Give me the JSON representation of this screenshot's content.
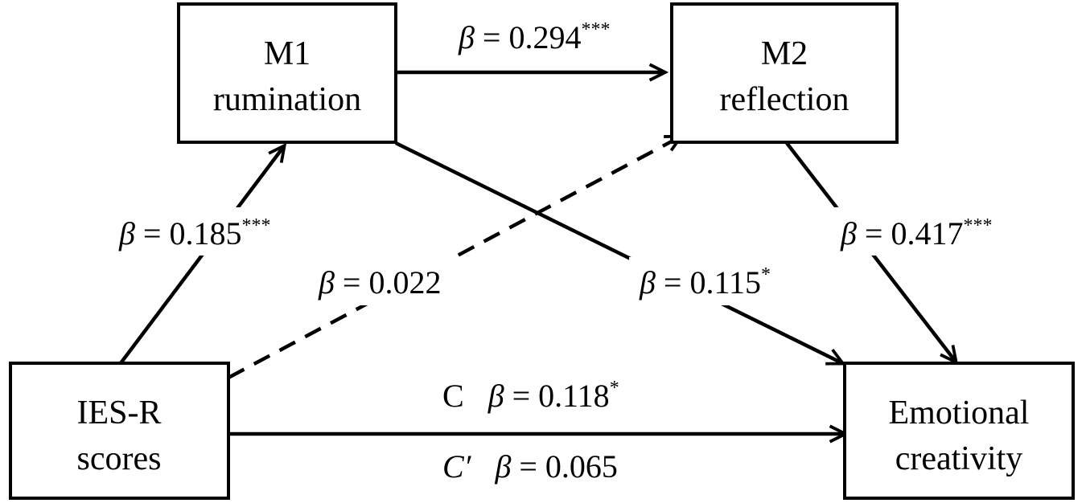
{
  "nodes": {
    "m1": {
      "line1": "M1",
      "line2": "rumination"
    },
    "m2": {
      "line1": "M2",
      "line2": "reflection"
    },
    "ies": {
      "line1": "IES-R",
      "line2": "scores"
    },
    "ec": {
      "line1": "Emotional",
      "line2": "creativity"
    }
  },
  "edges": {
    "m1_m2": {
      "symbol": "β",
      "text": " = 0.294",
      "sig": "***"
    },
    "ies_m1": {
      "symbol": "β",
      "text": " = 0.185",
      "sig": "***"
    },
    "ies_m2": {
      "symbol": "β",
      "text": " = 0.022",
      "sig": ""
    },
    "m1_ec": {
      "symbol": "β",
      "text": " = 0.115",
      "sig": "*"
    },
    "m2_ec": {
      "symbol": "β",
      "text": " = 0.417",
      "sig": "***"
    },
    "c_total": {
      "prefix": "C",
      "symbol": "β",
      "text": " = 0.118",
      "sig": "*"
    },
    "c_direct": {
      "prefix": "C′",
      "symbol": "β",
      "text": " = 0.065",
      "sig": ""
    }
  },
  "colors": {
    "stroke": "#000000",
    "background": "#ffffff"
  }
}
